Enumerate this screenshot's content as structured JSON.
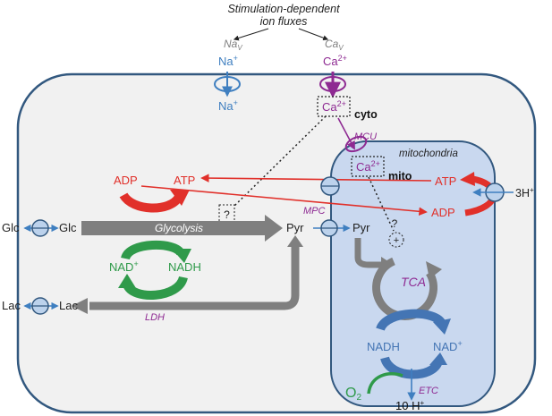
{
  "header": {
    "line1": "Stimulation-dependent",
    "line2": "ion fluxes"
  },
  "channels": {
    "nav_name": "Na",
    "nav_sub": "V",
    "cav_name": "Ca",
    "cav_sub": "V"
  },
  "ions": {
    "na_outside": "Na",
    "na_inside": "Na",
    "na_charge": "+",
    "ca_outside": "Ca",
    "ca_cyto": "Ca",
    "ca_mito": "Ca",
    "ca_charge": "2+"
  },
  "compartments": {
    "cyto": "cyto",
    "mito": "mito",
    "mitochondria": "mitochondria"
  },
  "transporters": {
    "mcu": "MCU",
    "mpc": "MPC",
    "ldh": "LDH",
    "etc": "ETC"
  },
  "metabolites": {
    "glc_out": "Glc",
    "glc_in": "Glc",
    "lac_out": "Lac",
    "lac_in": "Lac",
    "adp_cyto": "ADP",
    "atp_cyto": "ATP",
    "glycolysis": "Glycolysis",
    "pyr_cyto": "Pyr",
    "pyr_mito": "Pyr",
    "nad_plus": "NAD",
    "nadh": "NADH",
    "nad_charge": "+",
    "atp_mito": "ATP",
    "adp_mito": "ADP",
    "protons_in": "3H",
    "proton_charge": "+",
    "tca": "TCA",
    "nadh_mito": "NADH",
    "nad_plus_mito": "NAD",
    "o2": "O",
    "o2_sub": "2",
    "protons_out": "10 H"
  },
  "markers": {
    "question1": "?",
    "question2": "?",
    "plus": "+"
  },
  "colors": {
    "sodium": "#3f7fc0",
    "calcium": "#8e2a92",
    "red": "#e1302a",
    "gray": "#7f7f7f",
    "green": "#2f9a4a",
    "blue": "#4475b4",
    "cell_fill": "#f1f1f1",
    "cell_stroke": "#32587f",
    "mito_fill": "#c9d8ef",
    "mito_stroke": "#32587f"
  }
}
